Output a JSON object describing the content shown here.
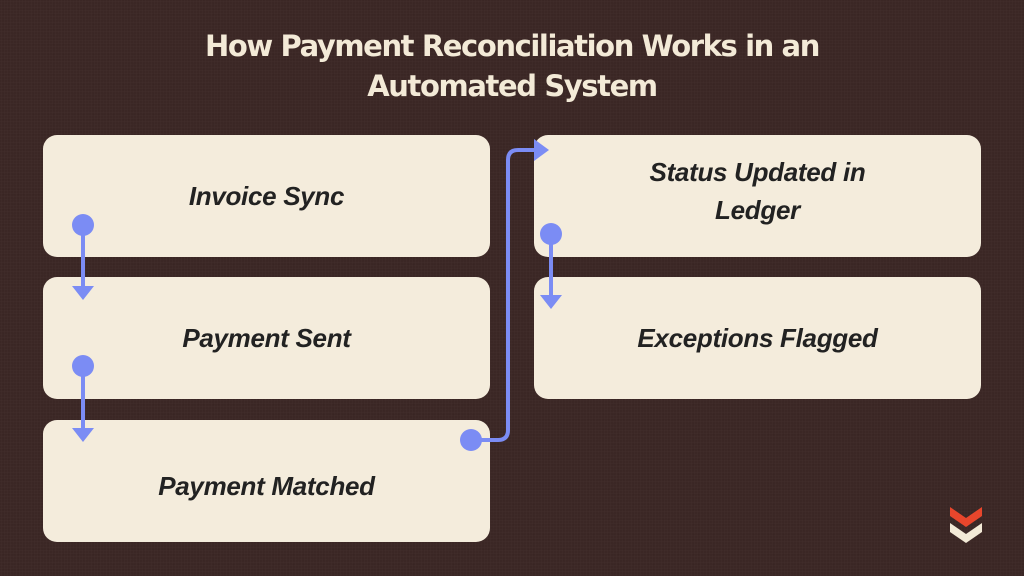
{
  "title": {
    "line1": "How Payment Reconciliation Works in an",
    "line2": "Automated System"
  },
  "steps": [
    {
      "label": "Invoice Sync"
    },
    {
      "label": "Payment Sent"
    },
    {
      "label": "Payment Matched"
    },
    {
      "label": "Status Updated in Ledger"
    },
    {
      "label": "Exceptions Flagged"
    }
  ],
  "colors": {
    "background": "#3b2725",
    "card": "#f4ecdc",
    "connector": "#7b8cf4",
    "title_text": "#f3ead7",
    "logo_red": "#e8462c",
    "logo_cream": "#f3ead7"
  },
  "logo": {
    "icon": "chevron-stack-logo-icon"
  }
}
